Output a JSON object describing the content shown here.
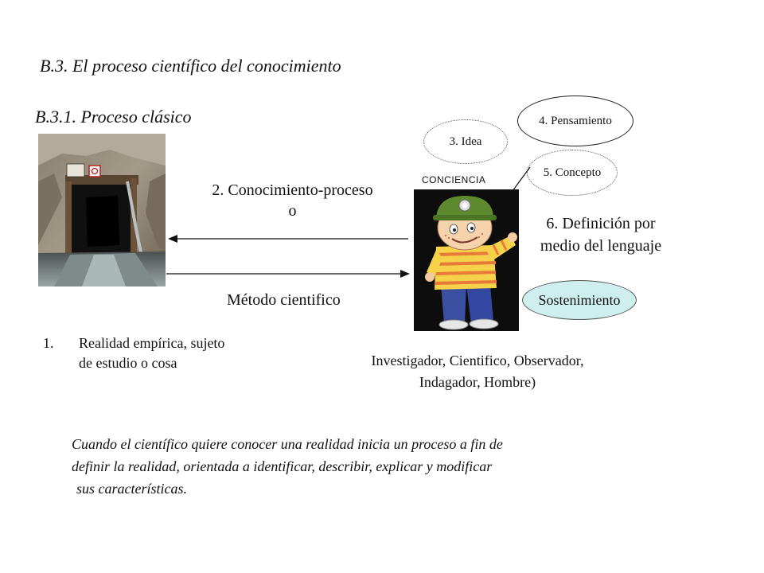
{
  "heading": "B.3. El proceso científico del conocimiento",
  "subheading": "B.3.1. Proceso clásico",
  "conocimiento_label": "2. Conocimiento-proceso",
  "conocimiento_o": "o",
  "metodo_label": "Método cientifico",
  "conciencia_label": "CONCIENCIA",
  "ellipses": {
    "idea": "3. Idea",
    "pensamiento": "4. Pensamiento",
    "concepto": "5. Concepto",
    "sostenimiento": "Sostenimiento"
  },
  "definicion_line1": "6. Definición por",
  "definicion_line2": "medio del lenguaje",
  "realidad_number": "1.",
  "realidad_line1": "Realidad empírica, sujeto",
  "realidad_line2": "de estudio o cosa",
  "investigador_line1": "Investigador, Cientifico, Observador,",
  "investigador_line2": "Indagador, Hombre)",
  "footer_line1": "Cuando el científico quiere conocer una realidad inicia un proceso a fin de",
  "footer_line2": "definir la realidad, orientada a identificar, describir, explicar y modificar",
  "footer_line3": "sus características.",
  "colors": {
    "sostenimiento_fill": "#cfeeee",
    "text": "#111111"
  }
}
